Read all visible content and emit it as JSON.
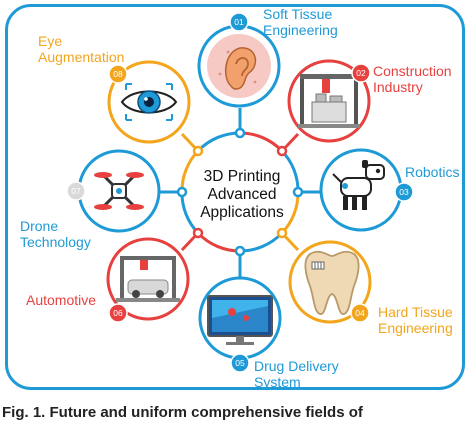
{
  "center": {
    "lines": [
      "3D Printing",
      "Advanced",
      "Applications"
    ]
  },
  "applications": [
    {
      "number": "01",
      "lines": [
        "Soft Tissue",
        "Engineering"
      ],
      "color": "#1e9ad6",
      "icon": "ear-icon"
    },
    {
      "number": "02",
      "lines": [
        "Construction",
        "Industry"
      ],
      "color": "#e6413f",
      "icon": "construction-printer-icon"
    },
    {
      "number": "03",
      "lines": [
        "Robotics"
      ],
      "color": "#1e9ad6",
      "icon": "robot-dog-icon"
    },
    {
      "number": "04",
      "lines": [
        "Hard Tissue",
        "Engineering"
      ],
      "color": "#f3a51c",
      "icon": "tooth-icon"
    },
    {
      "number": "05",
      "lines": [
        "Drug Delivery",
        "System"
      ],
      "color": "#1e9ad6",
      "icon": "drug-delivery-screen-icon"
    },
    {
      "number": "06",
      "lines": [
        "Automotive"
      ],
      "color": "#e6413f",
      "icon": "automotive-printer-icon"
    },
    {
      "number": "07",
      "lines": [
        "Drone",
        "Technology"
      ],
      "color": "#1e9ad6",
      "icon": "drone-icon"
    },
    {
      "number": "08",
      "lines": [
        "Eye",
        "Augmentation"
      ],
      "color": "#f3a51c",
      "icon": "eye-icon"
    }
  ],
  "caption": "Fig. 1. Future and uniform comprehensive fields of"
}
